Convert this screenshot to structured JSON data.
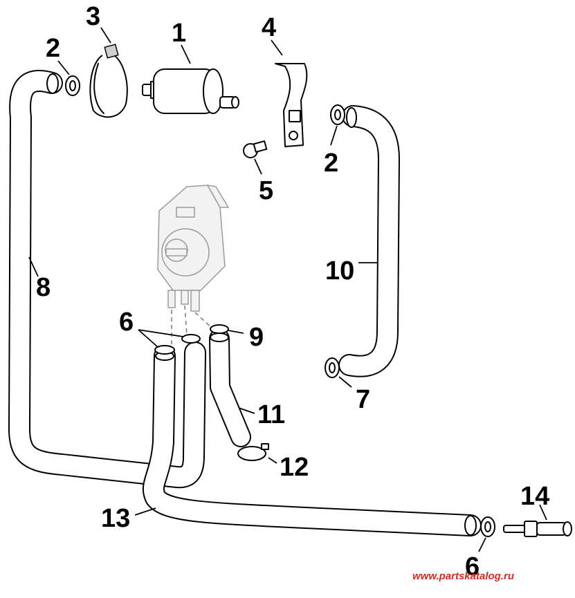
{
  "callouts": {
    "c1": "1",
    "c2a": "2",
    "c2b": "2",
    "c3": "3",
    "c4": "4",
    "c5": "5",
    "c6a": "6",
    "c6b": "6",
    "c7": "7",
    "c8": "8",
    "c9": "9",
    "c10": "10",
    "c11": "11",
    "c12": "12",
    "c13": "13",
    "c14": "14"
  },
  "watermark": "www.partskatalog.ru",
  "colors": {
    "line": "#000000",
    "watermark": "#d52b1e",
    "ghost": "#9a9a9a"
  }
}
